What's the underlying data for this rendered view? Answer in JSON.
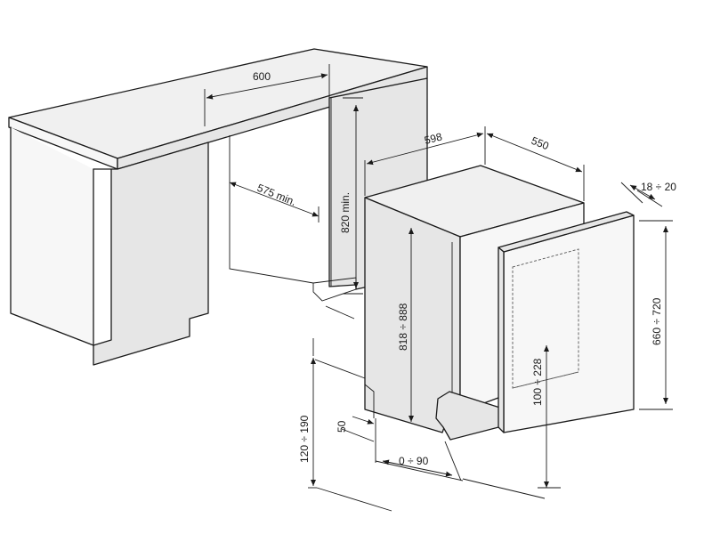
{
  "diagram": {
    "labels": {
      "worktop_width": "600",
      "niche_depth": "575 min.",
      "niche_height": "820 min.",
      "appliance_width": "598",
      "appliance_depth": "550",
      "panel_thickness": "18 ÷ 20",
      "appliance_height": "818 ÷ 888",
      "panel_height": "660 ÷ 720",
      "door_lift": "100 ÷ 228",
      "plinth_height": "120 ÷ 190",
      "plinth_offset": "50",
      "foot_adjust": "0 ÷ 90"
    },
    "colors": {
      "line": "#1a1a1a",
      "surface_fill": "#f0f0f0"
    }
  }
}
